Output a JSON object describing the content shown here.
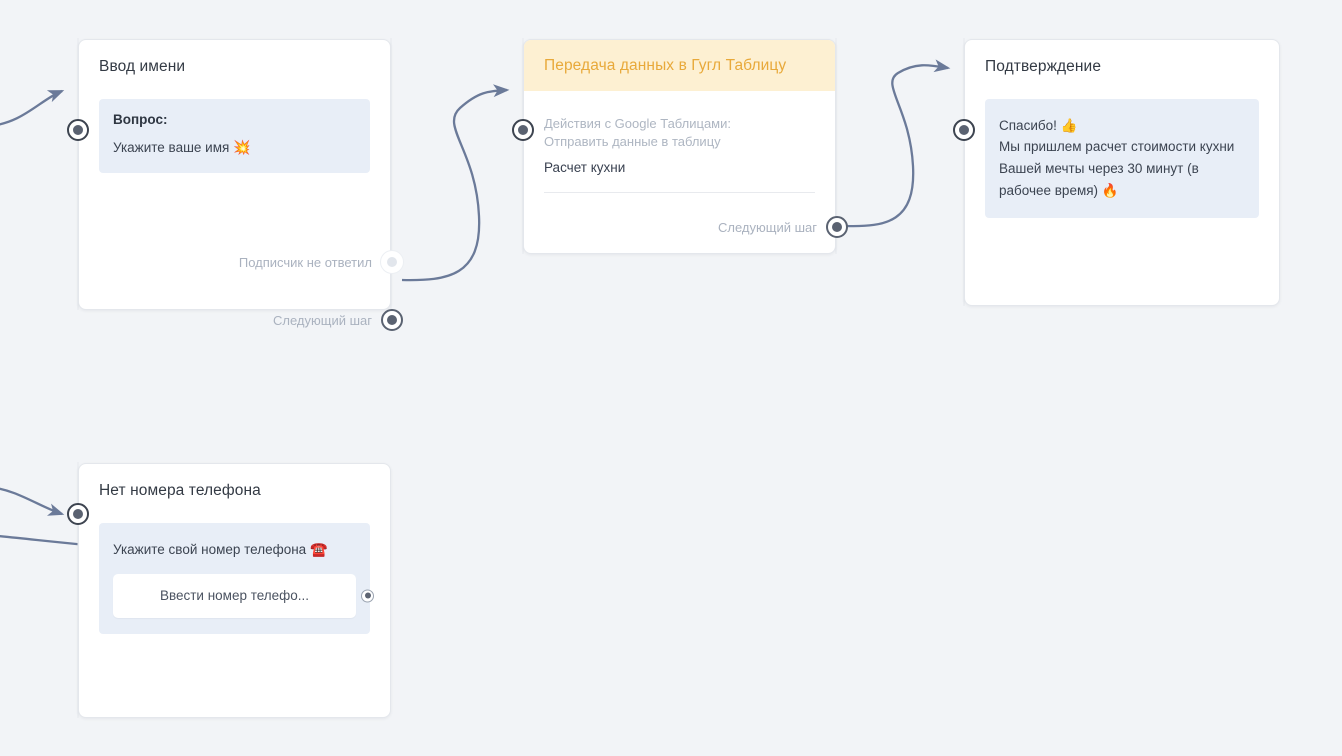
{
  "canvas": {
    "background_color": "#f2f4f7",
    "edge_color": "#6b7a99"
  },
  "nodes": [
    {
      "id": "name-input",
      "title": "Ввод имени",
      "header_style": "plain",
      "bubble": {
        "label": "Вопрос:",
        "text": "Укажите ваше имя",
        "emoji": "💥"
      },
      "ports": [
        {
          "label": "Подписчик не ответил",
          "state": "disconnected"
        },
        {
          "label": "Следующий шаг",
          "state": "connected"
        }
      ],
      "input_port": "in-port-name-input"
    },
    {
      "id": "google-sheets",
      "title": "Передача данных в Гугл Таблицу",
      "header_style": "yellow",
      "header_color": "#e8a93a",
      "header_bg": "#fdf0d2",
      "action": {
        "subtitle_line1": "Действия с Google Таблицами:",
        "subtitle_line2": "Отправить данные в таблицу",
        "value": "Расчет кухни"
      },
      "ports": [
        {
          "label": "Следующий шаг",
          "state": "connected"
        }
      ],
      "input_port": "in-port-google-sheets"
    },
    {
      "id": "confirmation",
      "title": "Подтверждение",
      "header_style": "plain",
      "bubble_lines": [
        "Спасибо! 👍",
        "Мы пришлем расчет стоимости кухни",
        "Вашей мечты через 30 минут (в",
        "рабочее время) 🔥"
      ],
      "ports": [],
      "input_port": "in-port-confirmation"
    },
    {
      "id": "no-phone",
      "title": "Нет номера телефона",
      "header_style": "plain",
      "bubble": {
        "text": "Укажите свой номер телефона",
        "emoji": "☎️"
      },
      "reply_button": {
        "label": "Ввести номер телефо...",
        "port_state": "connected"
      },
      "ports": [],
      "input_port": "in-port-no-phone"
    }
  ]
}
